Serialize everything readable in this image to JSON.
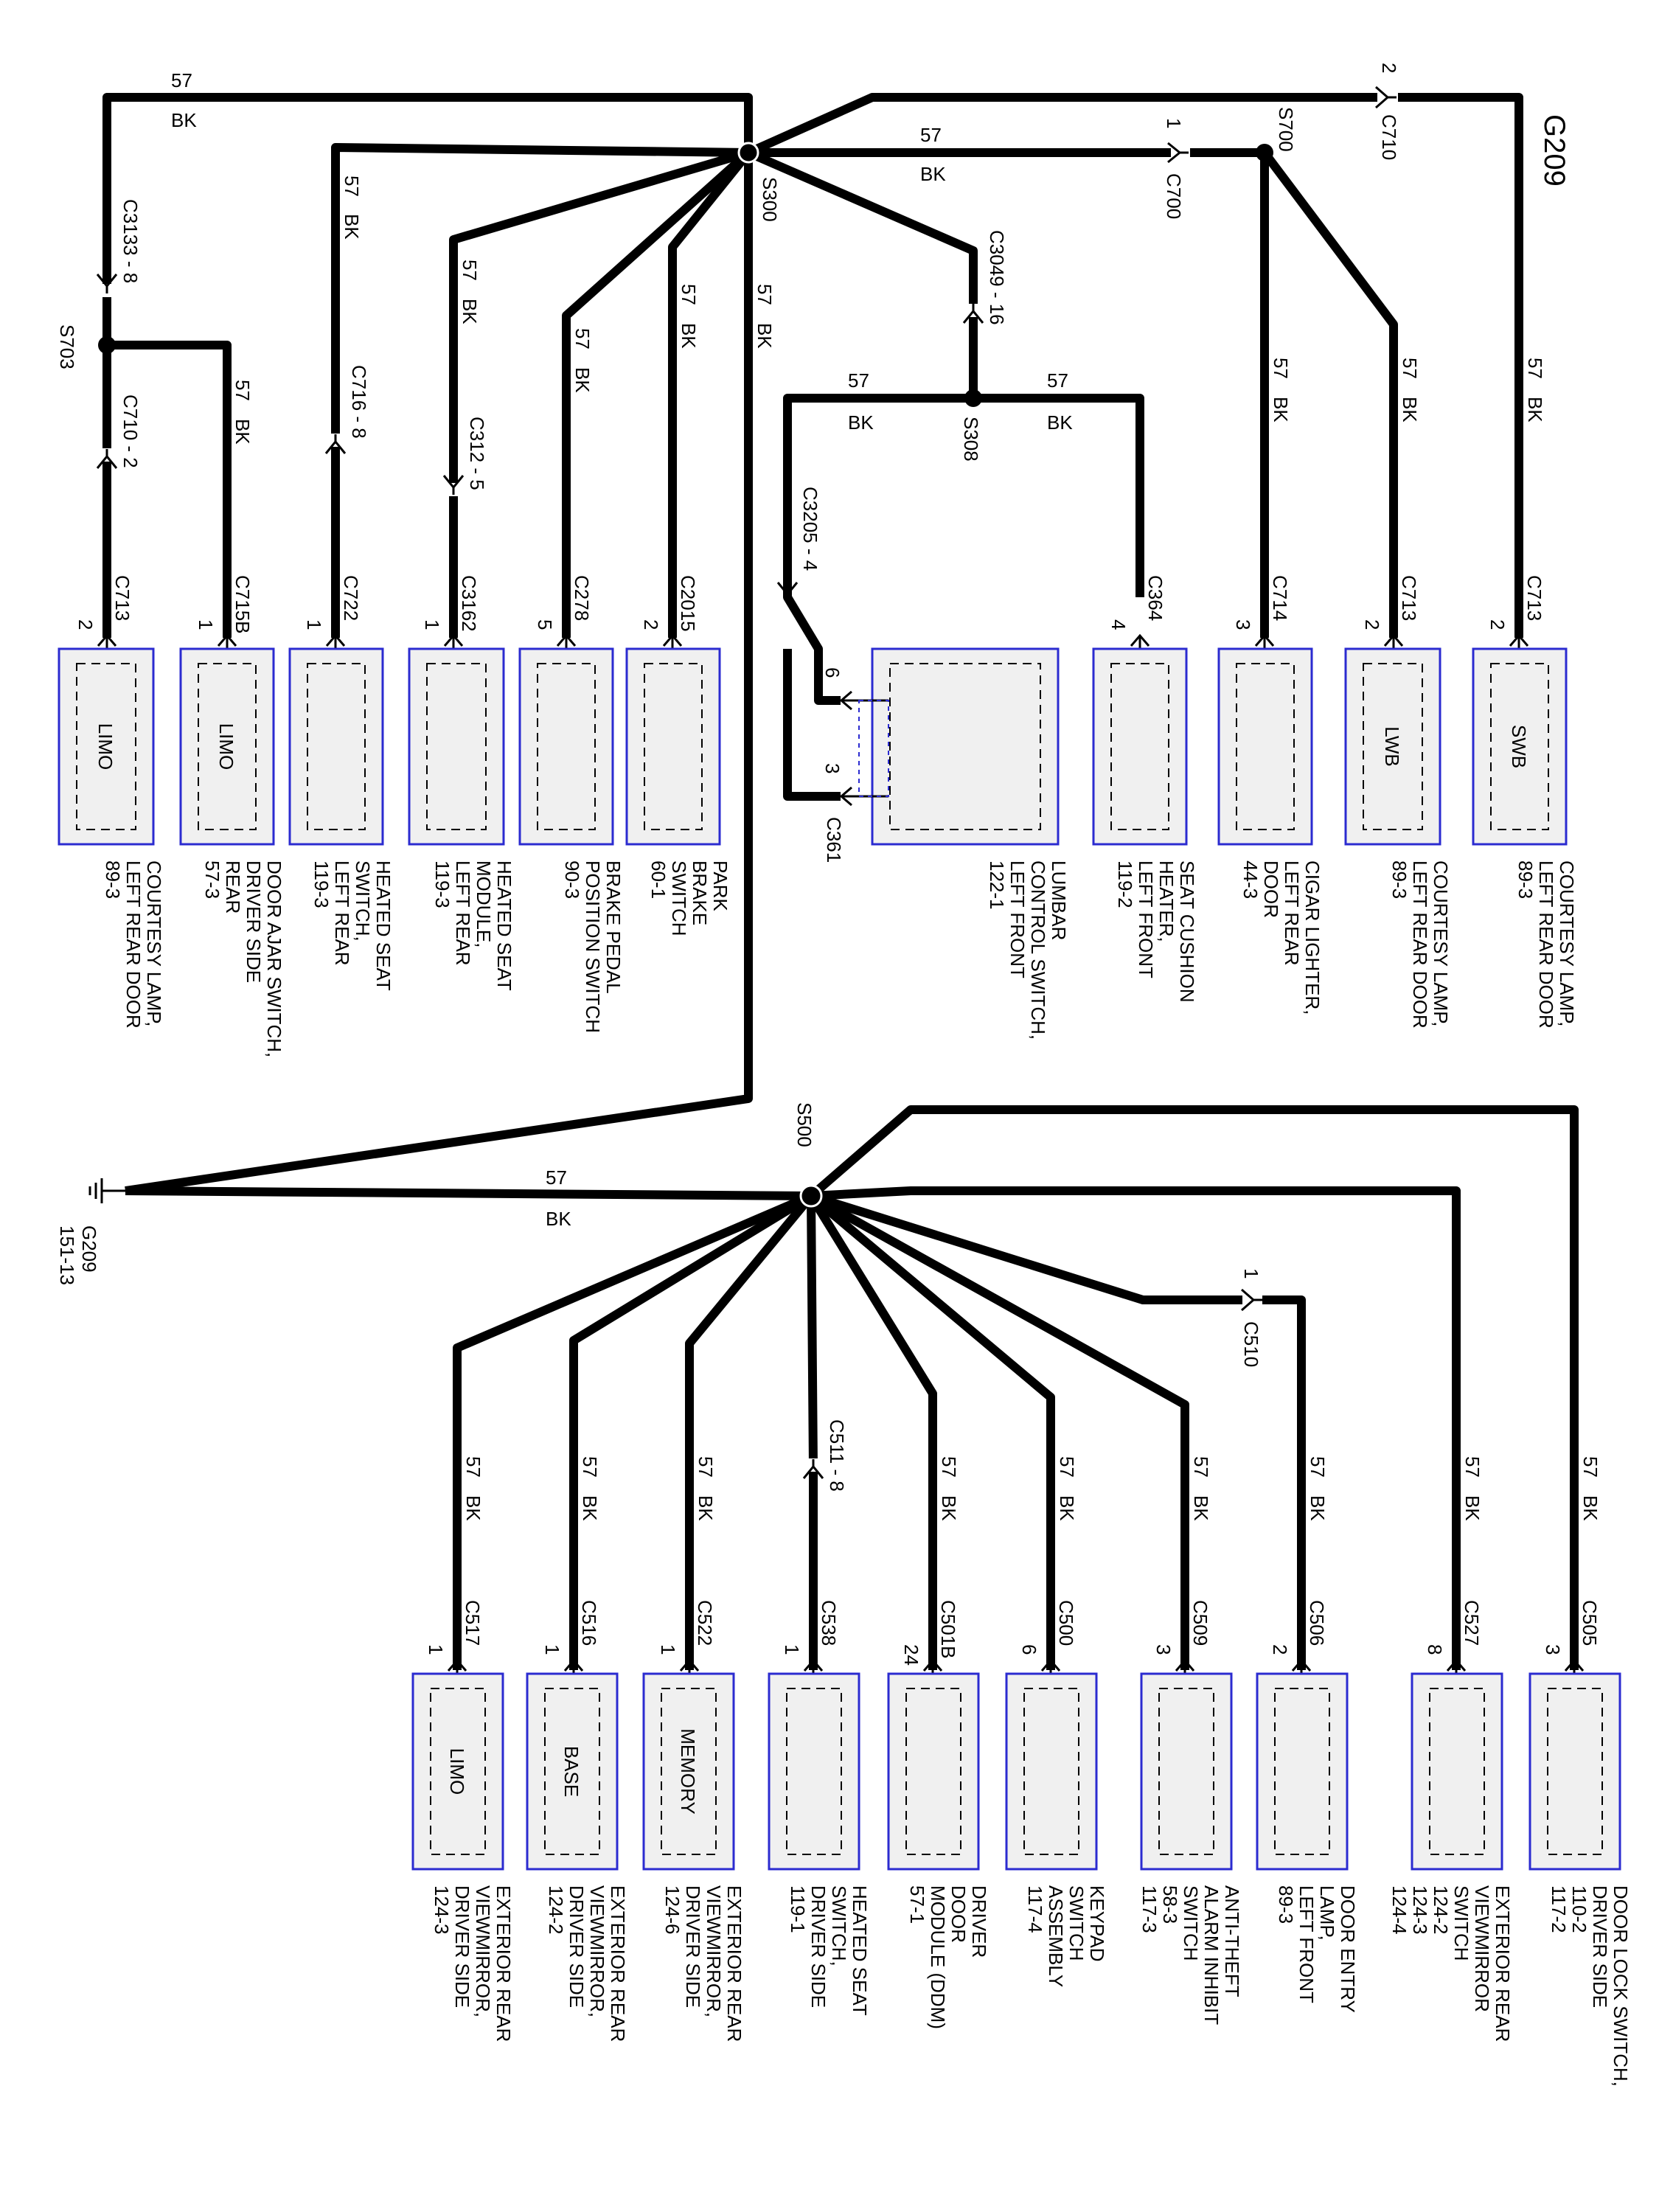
{
  "ground_label": "G209",
  "ground_ref": "151-13",
  "wire": {
    "circuit": "57",
    "color": "BK"
  },
  "splices": [
    "S300",
    "S308",
    "S700",
    "S703",
    "S500"
  ],
  "connectors": {
    "c3133": "C3133 - 8",
    "c710_2": "C710 - 2",
    "c710": "C710",
    "pin_c710": "2",
    "c716": "C716 - 8",
    "c312": "C312 - 5",
    "c3049": "C3049 - 16",
    "c3205": "C3205 - 4",
    "c700": "C700",
    "pin_c700": "1",
    "c361": "C361",
    "c511": "C511 - 8",
    "c510": "C510",
    "pin_c510": "1"
  },
  "top_components": [
    {
      "conn": "C713",
      "pin": "2",
      "inner": "LIMO",
      "lines": [
        "COURTESY LAMP,",
        "LEFT REAR DOOR",
        "89-3"
      ]
    },
    {
      "conn": "C715B",
      "pin": "1",
      "inner": "LIMO",
      "lines": [
        "DOOR AJAR SWITCH,",
        "DRIVER SIDE",
        "REAR",
        "57-3"
      ]
    },
    {
      "conn": "C722",
      "pin": "1",
      "inner": "",
      "lines": [
        "HEATED SEAT",
        "SWITCH,",
        "LEFT REAR",
        "119-3"
      ]
    },
    {
      "conn": "C3162",
      "pin": "1",
      "inner": "",
      "lines": [
        "HEATED SEAT",
        "MODULE,",
        "LEFT REAR",
        "119-3"
      ]
    },
    {
      "conn": "C278",
      "pin": "5",
      "inner": "",
      "lines": [
        "BRAKE PEDAL",
        "POSITION SWITCH",
        "90-3"
      ]
    },
    {
      "conn": "C2015",
      "pin": "2",
      "inner": "",
      "lines": [
        "PARK",
        "BRAKE",
        "SWITCH",
        "60-1"
      ]
    },
    {
      "conn": "C361",
      "pin": "",
      "inner": "",
      "lines": [
        "LUMBAR",
        "CONTROL SWITCH,",
        "LEFT FRONT",
        "122-1"
      ]
    },
    {
      "conn": "C364",
      "pin": "4",
      "inner": "",
      "lines": [
        "SEAT CUSHION",
        "HEATER,",
        "LEFT FRONT",
        "119-2"
      ]
    },
    {
      "conn": "C714",
      "pin": "3",
      "inner": "",
      "lines": [
        "CIGAR LIGHTER,",
        "LEFT REAR",
        "DOOR",
        "44-3"
      ]
    },
    {
      "conn": "C713",
      "pin": "2",
      "inner": "LWB",
      "lines": [
        "COURTESY LAMP,",
        "LEFT REAR DOOR",
        "89-3"
      ]
    },
    {
      "conn": "C713",
      "pin": "2",
      "inner": "SWB",
      "lines": [
        "COURTESY LAMP,",
        "LEFT REAR DOOR",
        "89-3"
      ]
    }
  ],
  "lumbar_pins": [
    "6",
    "3"
  ],
  "bottom_components": [
    {
      "conn": "C517",
      "pin": "1",
      "inner": "LIMO",
      "lines": [
        "EXTERIOR REAR",
        "VIEWMIRROR,",
        "DRIVER SIDE",
        "124-3"
      ]
    },
    {
      "conn": "C516",
      "pin": "1",
      "inner": "BASE",
      "lines": [
        "EXTERIOR REAR",
        "VIEWMIRROR,",
        "DRIVER SIDE",
        "124-2"
      ]
    },
    {
      "conn": "C522",
      "pin": "1",
      "inner": "MEMORY",
      "lines": [
        "EXTERIOR REAR",
        "VIEWMIRROR,",
        "DRIVER SIDE",
        "124-6"
      ]
    },
    {
      "conn": "C538",
      "pin": "1",
      "inner": "",
      "lines": [
        "HEATED SEAT",
        "SWITCH,",
        "DRIVER SIDE",
        "119-1"
      ]
    },
    {
      "conn": "C501B",
      "pin": "24",
      "inner": "",
      "lines": [
        "DRIVER",
        "DOOR",
        "MODULE (DDM)",
        "57-1"
      ]
    },
    {
      "conn": "C500",
      "pin": "6",
      "inner": "",
      "lines": [
        "KEYPAD",
        "SWITCH",
        "ASSEMBLY",
        "117-4"
      ]
    },
    {
      "conn": "C509",
      "pin": "3",
      "inner": "",
      "lines": [
        "ANTI-THEFT",
        "ALARM INHIBIT",
        "SWITCH",
        "58-3",
        "117-3"
      ]
    },
    {
      "conn": "C506",
      "pin": "2",
      "inner": "",
      "lines": [
        "DOOR ENTRY",
        "LAMP,",
        "LEFT FRONT",
        "89-3"
      ]
    },
    {
      "conn": "C527",
      "pin": "8",
      "inner": "",
      "lines": [
        "EXTERIOR REAR",
        "VIEWMIRROR",
        "SWITCH",
        "124-2",
        "124-3",
        "124-4"
      ]
    },
    {
      "conn": "C505",
      "pin": "3",
      "inner": "",
      "lines": [
        "DOOR LOCK SWITCH,",
        "DRIVER SIDE",
        "110-2",
        "117-2"
      ]
    }
  ]
}
